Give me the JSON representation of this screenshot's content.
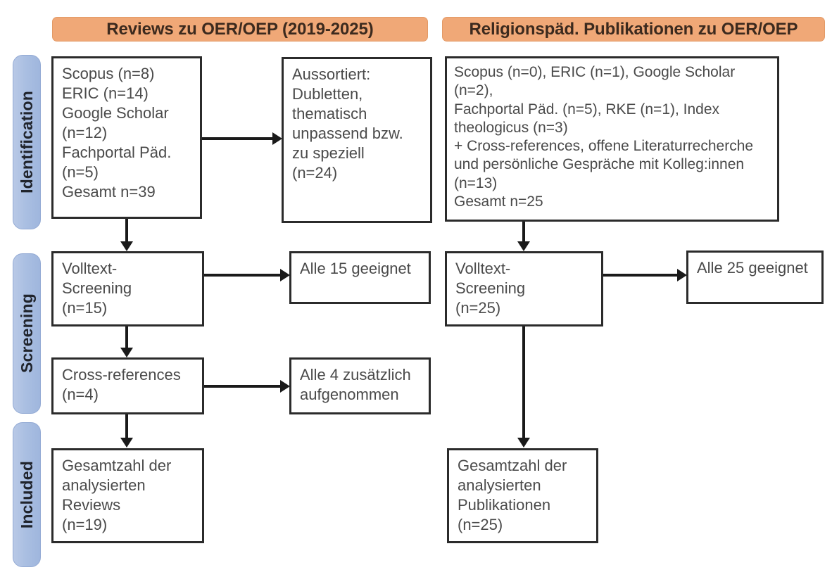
{
  "diagram": {
    "type": "prisma-flow-diagram",
    "columns": [
      {
        "id": "left",
        "header": "Reviews zu OER/OEP (2019-2025)"
      },
      {
        "id": "right",
        "header": "Religionspäd. Publikationen zu OER/OEP"
      }
    ],
    "stages": [
      {
        "id": "identification",
        "label": "Identification"
      },
      {
        "id": "screening",
        "label": "Screening"
      },
      {
        "id": "included",
        "label": "Included"
      }
    ],
    "colors": {
      "header_orange": "#f0a877",
      "stage_blue": "#aabfe2",
      "box_border": "#2b2b2b",
      "text_gray": "#4a4a4a",
      "connector": "#1a1a1a"
    },
    "boxes": {
      "left_sources": "Scopus (n=8)\nERIC (n=14)\nGoogle Scholar\n(n=12)\nFachportal Päd.\n(n=5)\nGesamt n=39",
      "left_excluded": "Aussortiert:\nDubletten,\nthematisch\nunpassend bzw.\nzu speziell\n(n=24)",
      "left_fulltext": "Volltext-\nScreening\n(n=15)",
      "left_fulltext_result": "Alle 15 geeignet",
      "left_crossrefs": "Cross-references\n(n=4)",
      "left_crossrefs_result": "Alle 4 zusätzlich\naufgenommen",
      "left_included": "Gesamtzahl der\nanalysierten\nReviews\n(n=19)",
      "right_sources": "Scopus (n=0), ERIC (n=1), Google Scholar (n=2),\nFachportal Päd. (n=5), RKE (n=1), Index\ntheologicus (n=3)\n+ Cross-references, offene Literaturrecherche\nund persönliche Gespräche mit Kolleg:innen\n(n=13)\nGesamt n=25",
      "right_fulltext": "Volltext-\nScreening\n(n=25)",
      "right_fulltext_result": "Alle 25 geeignet",
      "right_included": "Gesamtzahl der\nanalysierten\nPublikationen\n(n=25)"
    },
    "counts": {
      "left_scopus": 8,
      "left_eric": 14,
      "left_google_scholar": 12,
      "left_fachportal": 5,
      "left_total": 39,
      "left_excluded": 24,
      "left_fulltext_screened": 15,
      "left_crossrefs": 4,
      "left_included": 19,
      "right_scopus": 0,
      "right_eric": 1,
      "right_google_scholar": 2,
      "right_fachportal": 5,
      "right_rke": 1,
      "right_index_theologicus": 3,
      "right_additional": 13,
      "right_total": 25,
      "right_fulltext_screened": 25,
      "right_included": 25
    }
  }
}
